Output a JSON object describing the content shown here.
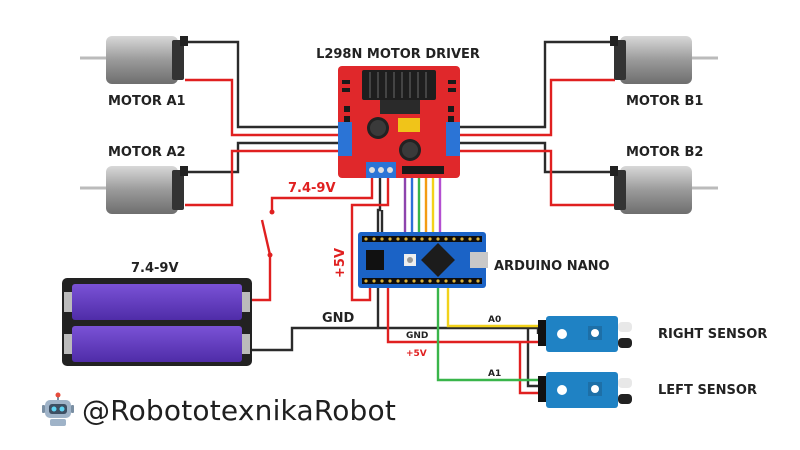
{
  "labels": {
    "driver": "L298N MOTOR DRIVER",
    "motor_a1": "MOTOR A1",
    "motor_a2": "MOTOR A2",
    "motor_b1": "MOTOR B1",
    "motor_b2": "MOTOR B2",
    "voltage_switch": "7.4-9V",
    "battery": "7.4-9V",
    "plus5v_vertical": "+5V",
    "arduino": "ARDUINO NANO",
    "gnd_main": "GND",
    "gnd_small": "GND",
    "plus5v_small": "+5V",
    "a0": "A0",
    "a1": "A1",
    "right_sensor": "RIGHT SENSOR",
    "left_sensor": "LEFT SENSOR"
  },
  "watermark": {
    "handle": "@RobototexnikaRobot",
    "icon": "robot-icon"
  },
  "colors": {
    "wire_black": "#2b2b2b",
    "wire_red": "#e02020",
    "board_red": "#e0282b",
    "arduino_blue": "#1b63c6",
    "sensor_blue": "#1f82c4",
    "battery_purple": "#6a3fc2",
    "wire_yellow": "#f2d21b",
    "wire_green": "#39b54a",
    "wire_purple": "#8e44ad",
    "wire_orange": "#f39c12"
  }
}
